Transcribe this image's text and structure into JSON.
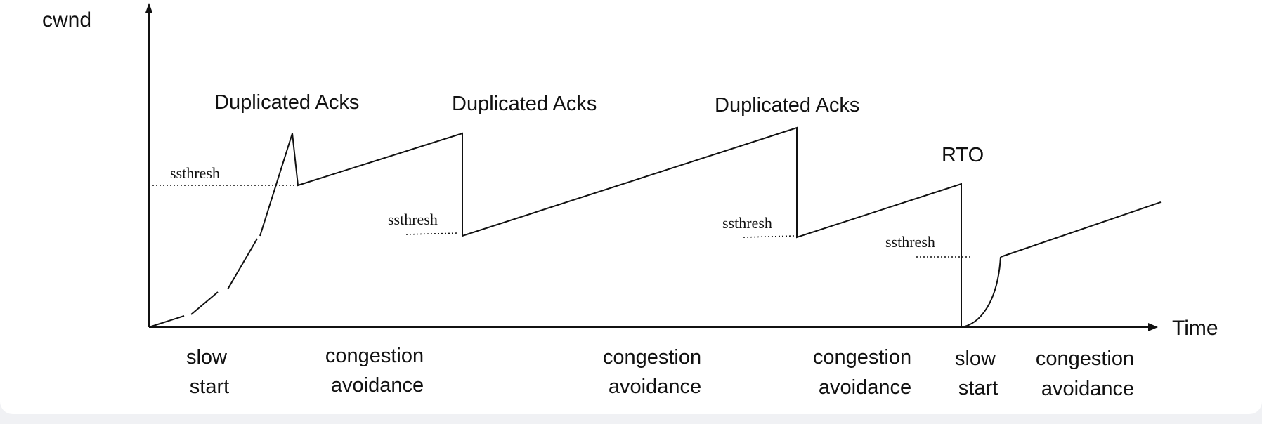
{
  "axes": {
    "y_label": "cwnd",
    "x_label": "Time"
  },
  "events": [
    "Duplicated Acks",
    "Duplicated Acks",
    "Duplicated Acks",
    "RTO"
  ],
  "threshold_label": "ssthresh",
  "phases": [
    [
      "slow",
      "start"
    ],
    [
      "congestion",
      "avoidance"
    ],
    [
      "congestion",
      "avoidance"
    ],
    [
      "congestion",
      "avoidance"
    ],
    [
      "slow",
      "start"
    ],
    [
      "congestion",
      "avoidance"
    ]
  ],
  "colors": {
    "line": "#111111",
    "background": "#ffffff",
    "frame": "#f0f1f4"
  }
}
